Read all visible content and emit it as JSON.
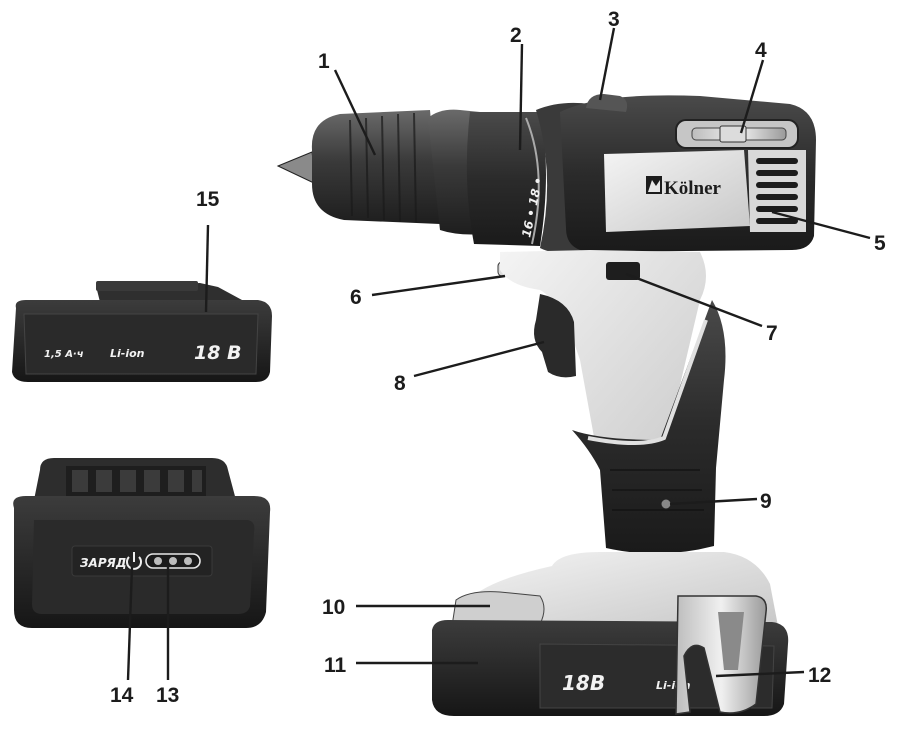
{
  "callouts": [
    {
      "id": "1",
      "text": "1"
    },
    {
      "id": "2",
      "text": "2"
    },
    {
      "id": "3",
      "text": "3"
    },
    {
      "id": "4",
      "text": "4"
    },
    {
      "id": "5",
      "text": "5"
    },
    {
      "id": "6",
      "text": "6"
    },
    {
      "id": "7",
      "text": "7"
    },
    {
      "id": "8",
      "text": "8"
    },
    {
      "id": "9",
      "text": "9"
    },
    {
      "id": "10",
      "text": "10"
    },
    {
      "id": "11",
      "text": "11"
    },
    {
      "id": "12",
      "text": "12"
    },
    {
      "id": "13",
      "text": "13"
    },
    {
      "id": "14",
      "text": "14"
    },
    {
      "id": "15",
      "text": "15"
    }
  ],
  "product": {
    "brand": "Kölner",
    "collar_marks": "16 • 18 •"
  },
  "battery_side": {
    "capacity": "1,5 А·ч",
    "chemistry": "Li-ion",
    "voltage": "18 В"
  },
  "battery_front": {
    "charge_label": "ЗАРЯД"
  },
  "drill_battery": {
    "voltage": "18В",
    "chemistry": "Li-ion"
  },
  "colors": {
    "body_dark": "#2a2a2a",
    "body_mid": "#555555",
    "body_light": "#d9d9d9",
    "ink": "#1c1c1c"
  }
}
